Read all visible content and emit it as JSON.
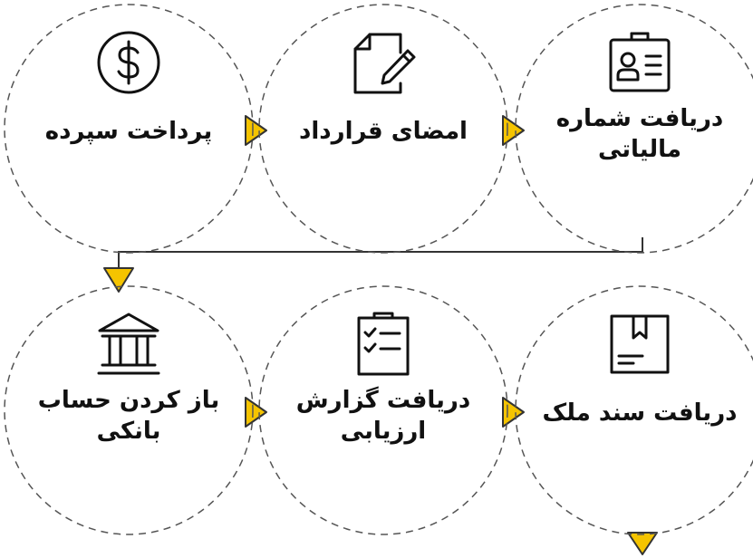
{
  "colors": {
    "line": "#333333",
    "dash": "#555555",
    "accent": "#f5c400",
    "text": "#111111"
  },
  "steps": [
    {
      "id": 1,
      "icon": "id-card-icon",
      "line1": "دریافت شماره",
      "line2": "مالیاتی"
    },
    {
      "id": 2,
      "icon": "contract-pen-icon",
      "line1": "امضای قرارداد",
      "line2": ""
    },
    {
      "id": 3,
      "icon": "dollar-coin-icon",
      "line1": "پرداخت سپرده",
      "line2": ""
    },
    {
      "id": 4,
      "icon": "property-deed-box-icon",
      "line1": "دریافت سند ملک",
      "line2": ""
    },
    {
      "id": 5,
      "icon": "checklist-clipboard-icon",
      "line1": "دریافت گزارش",
      "line2": "ارزیابی"
    },
    {
      "id": 6,
      "icon": "bank-building-icon",
      "line1": "باز کردن حساب",
      "line2": "بانکی"
    }
  ]
}
